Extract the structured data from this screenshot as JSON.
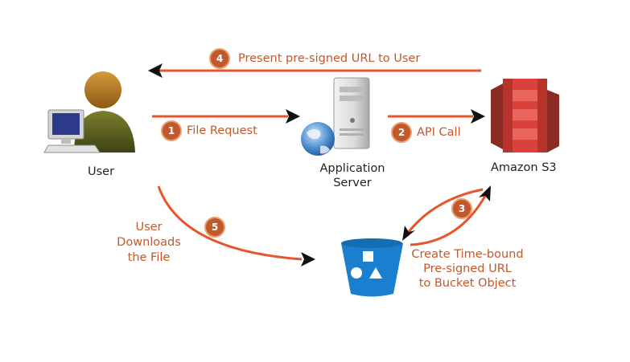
{
  "nodes": {
    "user": "User",
    "app_server_line1": "Application",
    "app_server_line2": "Server",
    "s3": "Amazon S3"
  },
  "steps": {
    "s1": {
      "num": "1",
      "label": "File Request"
    },
    "s2": {
      "num": "2",
      "label": "API Call"
    },
    "s3": {
      "num": "3",
      "line1": "Create Time-bound",
      "line2": "Pre-signed URL",
      "line3": "to Bucket Object"
    },
    "s4": {
      "num": "4",
      "label": "Present pre-signed URL to User"
    },
    "s5": {
      "num": "5",
      "line1": "User",
      "line2": "Downloads",
      "line3": "the File"
    }
  },
  "colors": {
    "arrow": "#e8552a",
    "label": "#c4582a",
    "s3_red": "#d9413a",
    "bucket_blue": "#1b7fcf"
  }
}
